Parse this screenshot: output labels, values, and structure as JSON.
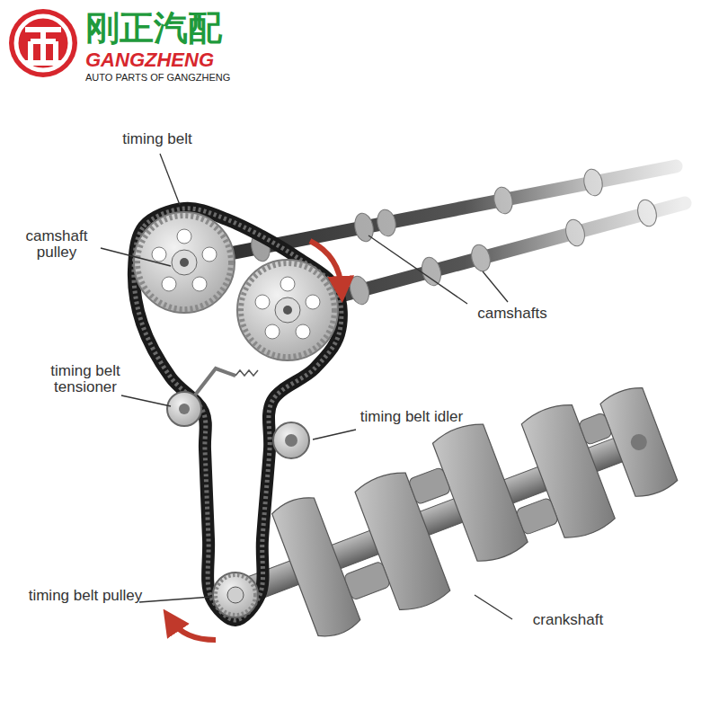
{
  "diagram": {
    "labels": [
      "刚正汽配",
      "GANGZHENG",
      "AUTO PARTS OF GANGZHENG",
      "timing belt",
      "camshaft pulley",
      "timing belt tensioner",
      "timing belt idler",
      "camshafts",
      "timing belt pulley",
      "crankshaft"
    ]
  }
}
